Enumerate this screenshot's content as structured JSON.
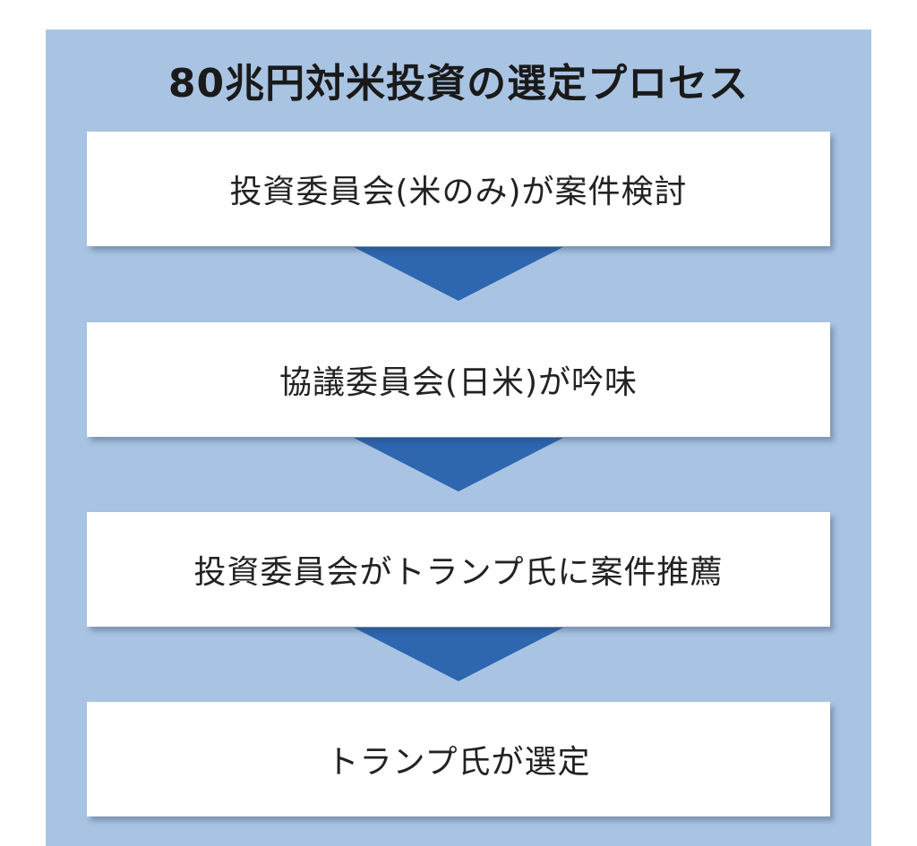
{
  "diagram": {
    "title": "80兆円対米投資の選定プロセス",
    "steps": [
      "投資委員会(米のみ)が案件検討",
      "協議委員会(日米)が吟味",
      "投資委員会がトランプ氏に案件推薦",
      "トランプ氏が選定"
    ],
    "colors": {
      "panel_background": "#a9c4e3",
      "arrow": "#2e66b0",
      "box": "#ffffff",
      "text": "#222222"
    }
  }
}
